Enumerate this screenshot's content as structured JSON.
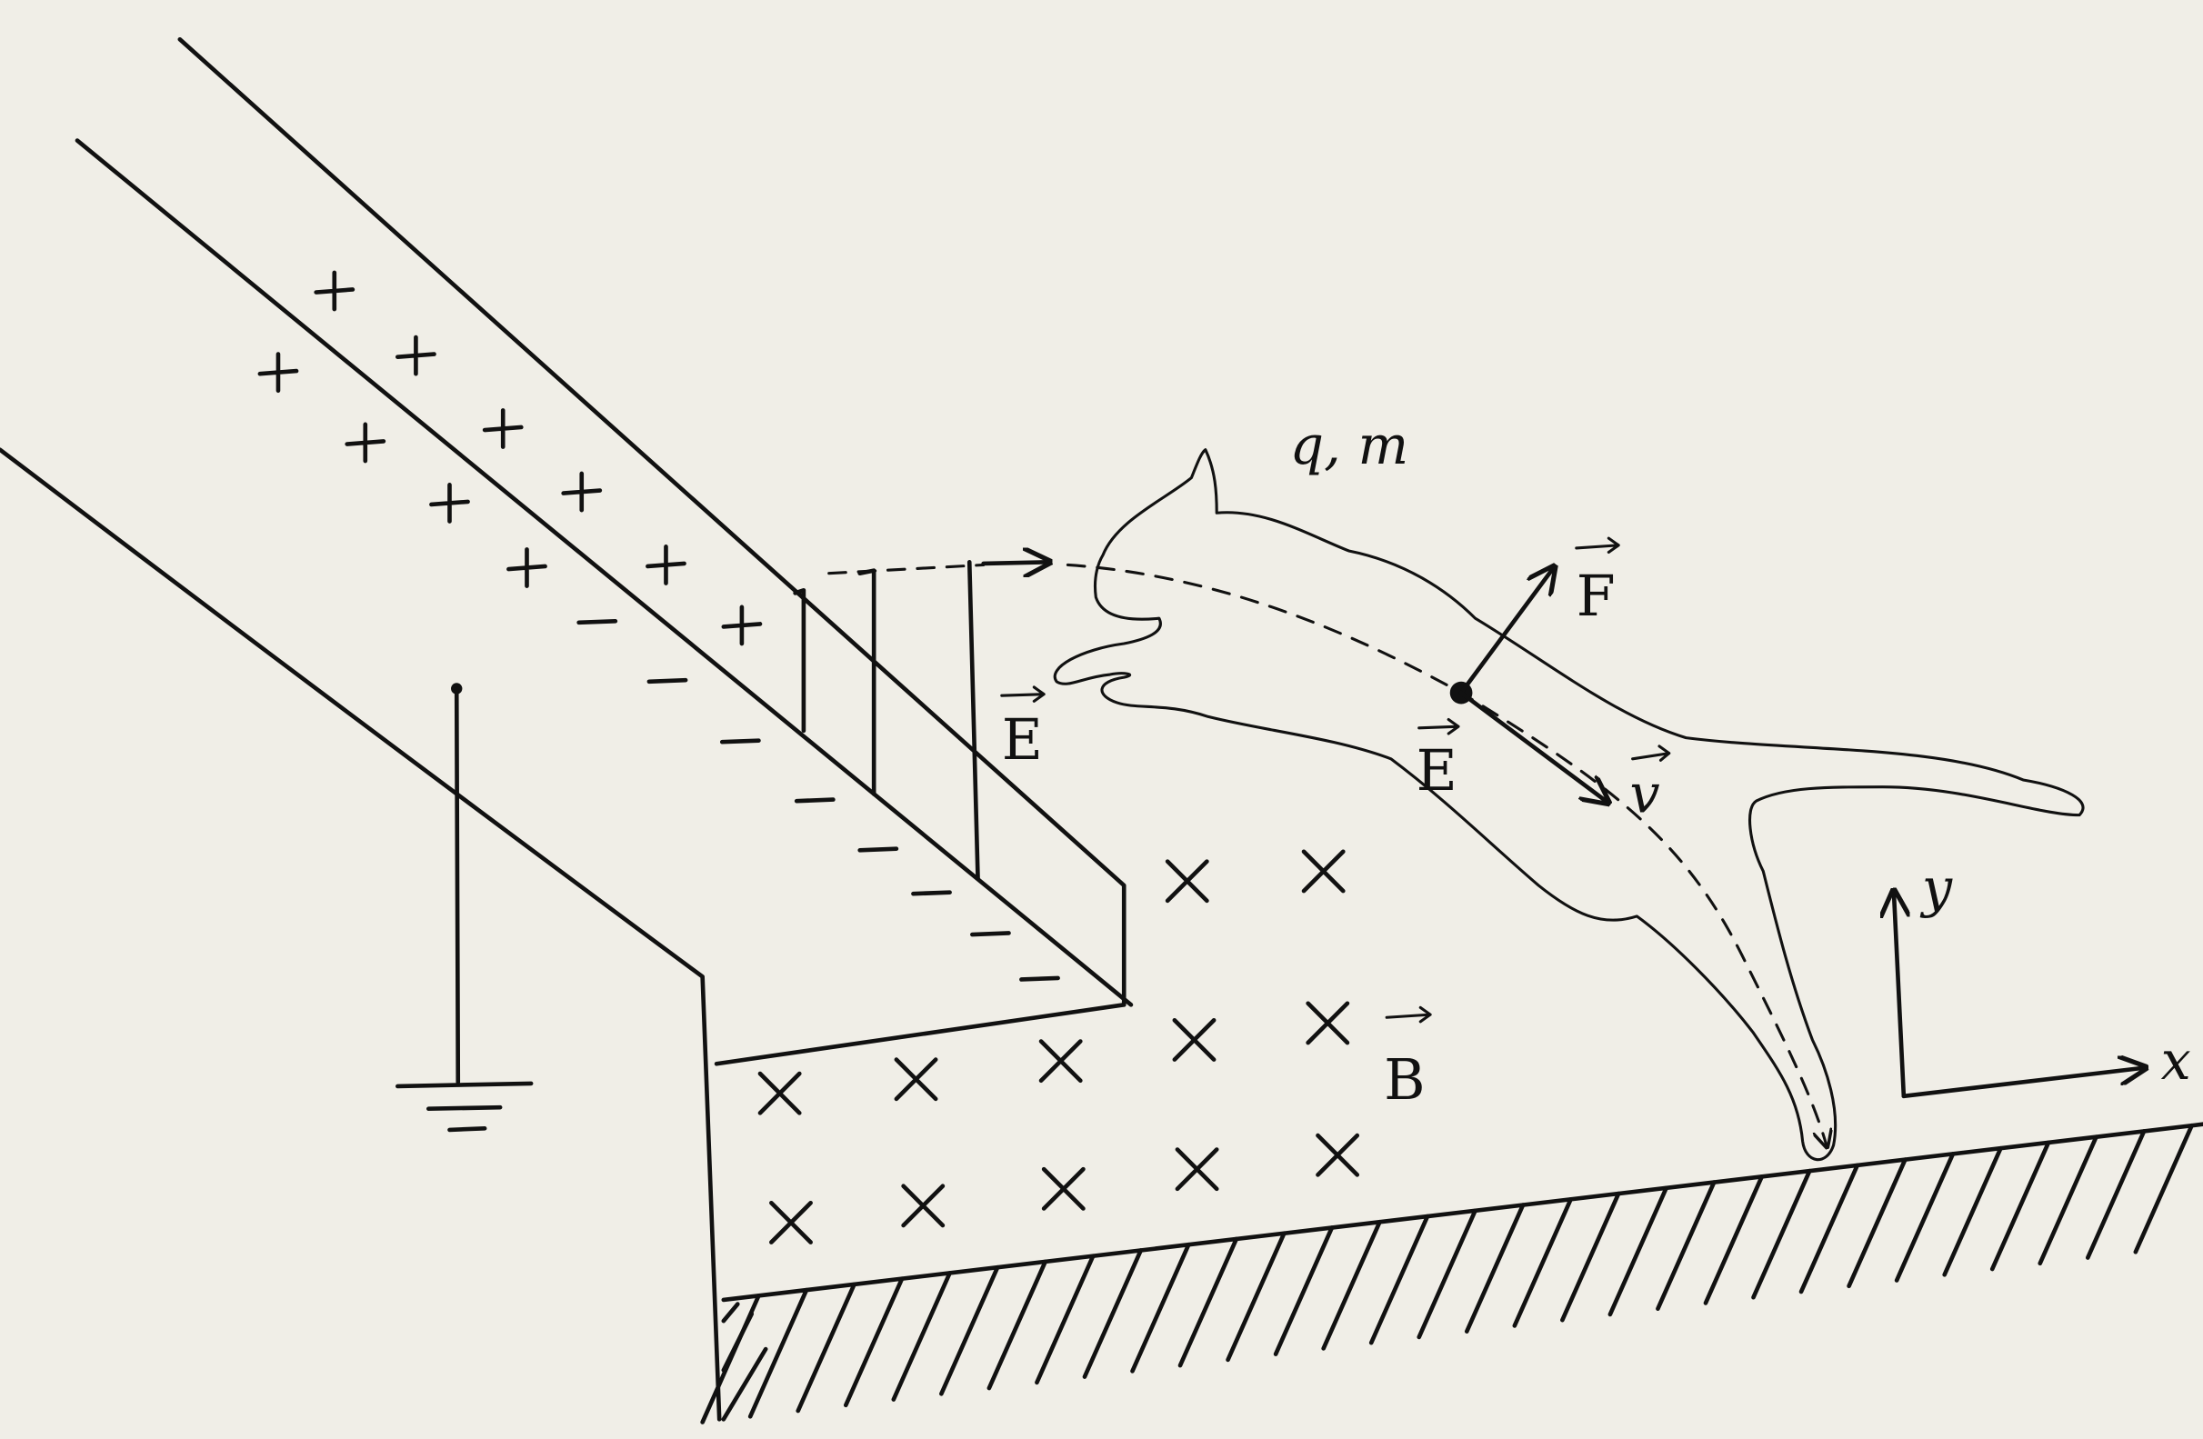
{
  "labels": {
    "charge_mass": "q, m",
    "force": "F",
    "field_plates": "E",
    "field_cat": "E",
    "velocity": "v",
    "magnetic_field": "B",
    "axis_y": "y",
    "axis_x": "x"
  },
  "colors": {
    "ink": "#111111",
    "paper": "#f0eee7"
  },
  "counts": {
    "plus_charges": 10,
    "minus_charges": 8,
    "b_field_crosses": 12
  }
}
